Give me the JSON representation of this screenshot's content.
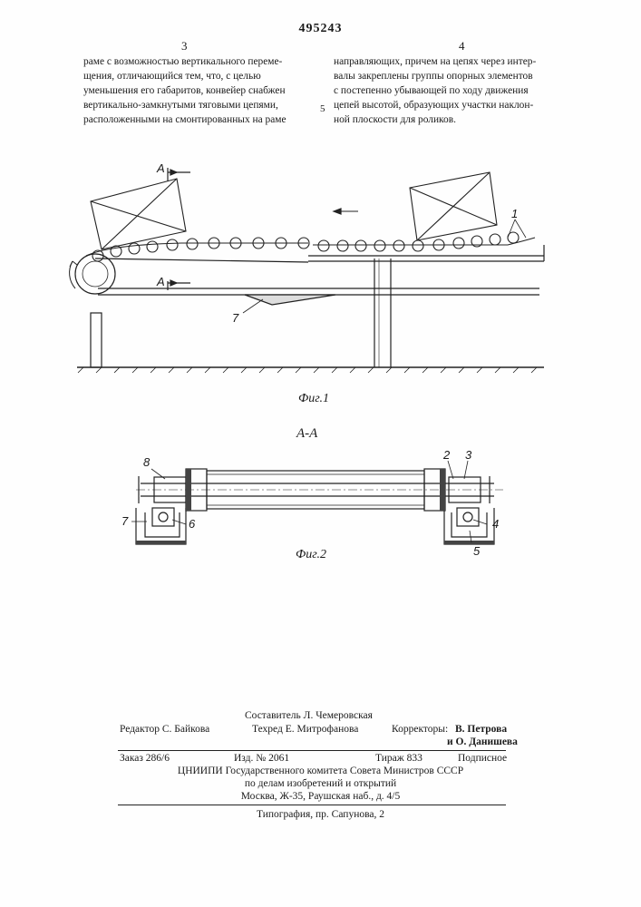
{
  "patent_number": "495243",
  "columns": {
    "left": {
      "number": "3",
      "lines": [
        "раме с возможностью вертикального переме-",
        "щения, отличающийся тем, что, с целью",
        "уменьшения его габаритов, конвейер снабжен",
        "вертикально-замкнутыми тяговыми цепями,",
        "расположенными на смонтированных на раме"
      ]
    },
    "right": {
      "number": "4",
      "lines": [
        "направляющих, причем на цепях через интер-",
        "валы закреплены группы опорных элементов",
        "с постепенно убывающей по ходу движения",
        "цепей высотой, образующих участки наклон-",
        "ной плоскости для роликов."
      ]
    },
    "line_marker": "5"
  },
  "figure1": {
    "caption": "Фиг.1",
    "section_marks": [
      "А",
      "А"
    ],
    "callouts": [
      "1",
      "7"
    ]
  },
  "figure2": {
    "caption": "Фиг.2",
    "section_title": "А-А",
    "callouts": [
      "8",
      "7",
      "6",
      "2",
      "3",
      "4",
      "5"
    ]
  },
  "imprint": {
    "compiler": "Составитель Л. Чемеровская",
    "editor": "Редактор С. Байкова",
    "techred": "Техред Е. Митрофанова",
    "correctors_label": "Корректоры:",
    "corrector1": "В. Петрова",
    "corrector2": "и О. Данишева",
    "order": "Заказ 286/6",
    "edition": "Изд. № 2061",
    "print_run": "Тираж 833",
    "subscription": "Подписное",
    "org1": "ЦНИИПИ Государственного комитета Совета Министров СССР",
    "org2": "по делам изобретений и открытий",
    "address": "Москва, Ж-35, Раушская наб., д. 4/5",
    "printer": "Типография, пр. Сапунова, 2"
  }
}
